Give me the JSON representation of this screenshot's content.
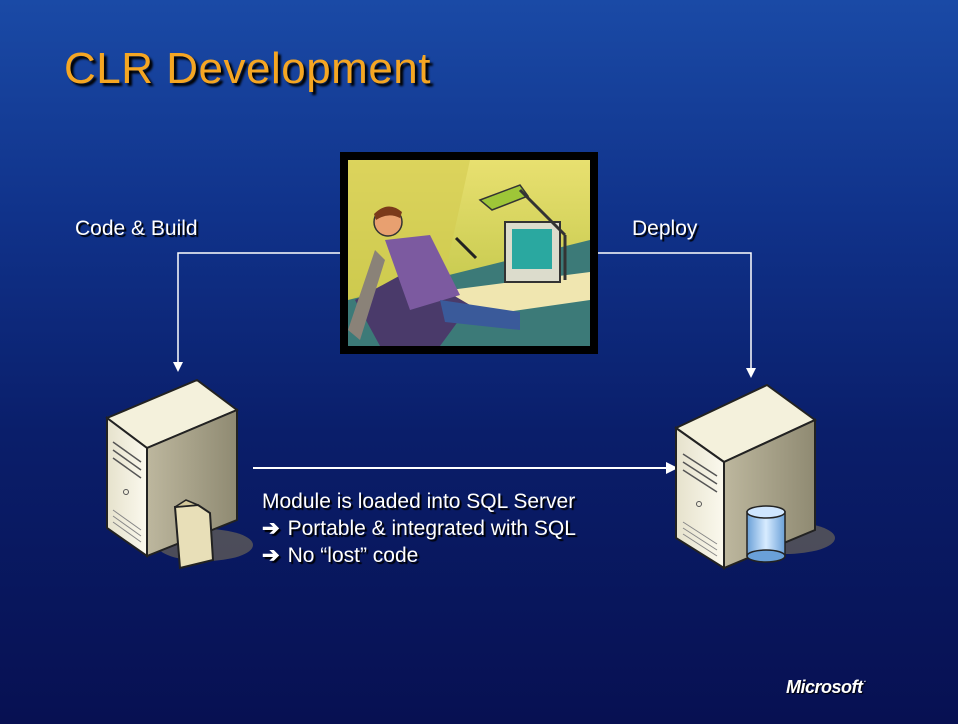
{
  "slide": {
    "title": "CLR Development",
    "code_build_label": "Code & Build",
    "deploy_label": "Deploy",
    "description": {
      "line1": "Module is loaded into SQL Server",
      "line2": "Portable & integrated with SQL",
      "line3": "No “lost” code",
      "arrow_glyph": "➔"
    },
    "logo_text": "Microsoft",
    "logo_mark": "·"
  },
  "colors": {
    "title": "#f5a623",
    "text": "#ffffff",
    "background_top": "#1a4aa6",
    "background_bottom": "#071052"
  }
}
